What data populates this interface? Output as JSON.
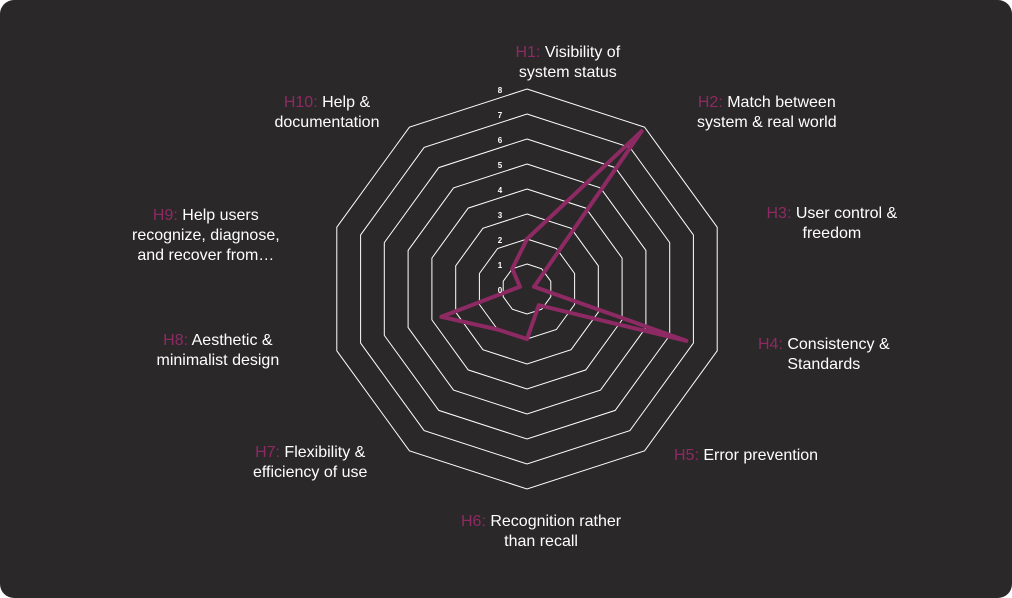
{
  "chart_data": {
    "type": "radar",
    "title": "",
    "rmax": 8,
    "ring_labels": [
      "0",
      "1",
      "2",
      "3",
      "4",
      "5",
      "6",
      "7",
      "8"
    ],
    "axes": [
      {
        "code": "H1:",
        "name": "Visibility of\nsystem status"
      },
      {
        "code": "H2:",
        "name": "Match between\nsystem & real world"
      },
      {
        "code": "H3:",
        "name": "User control &\nfreedom"
      },
      {
        "code": "H4:",
        "name": "Consistency &\nStandards"
      },
      {
        "code": "H5:",
        "name": "Error prevention"
      },
      {
        "code": "H6:",
        "name": "Recognition rather\nthan recall"
      },
      {
        "code": "H7:",
        "name": "Flexibility &\nefficiency of use"
      },
      {
        "code": "H8:",
        "name": "Aesthetic &\nminimalist design"
      },
      {
        "code": "H9:",
        "name": "Help users\nrecognize, diagnose,\nand recover from…"
      },
      {
        "code": "H10:",
        "name": "Help &\ndocumentation"
      }
    ],
    "series": [
      {
        "values": [
          2.0,
          7.8,
          0.3,
          6.7,
          0.8,
          2.0,
          2.0,
          3.6,
          0.3,
          1.0
        ]
      }
    ],
    "colors": {
      "series": "#8e2a63",
      "grid": "#ffffff",
      "background": "#2a2828",
      "label": "#ffffff",
      "code": "#8e2a63"
    }
  }
}
